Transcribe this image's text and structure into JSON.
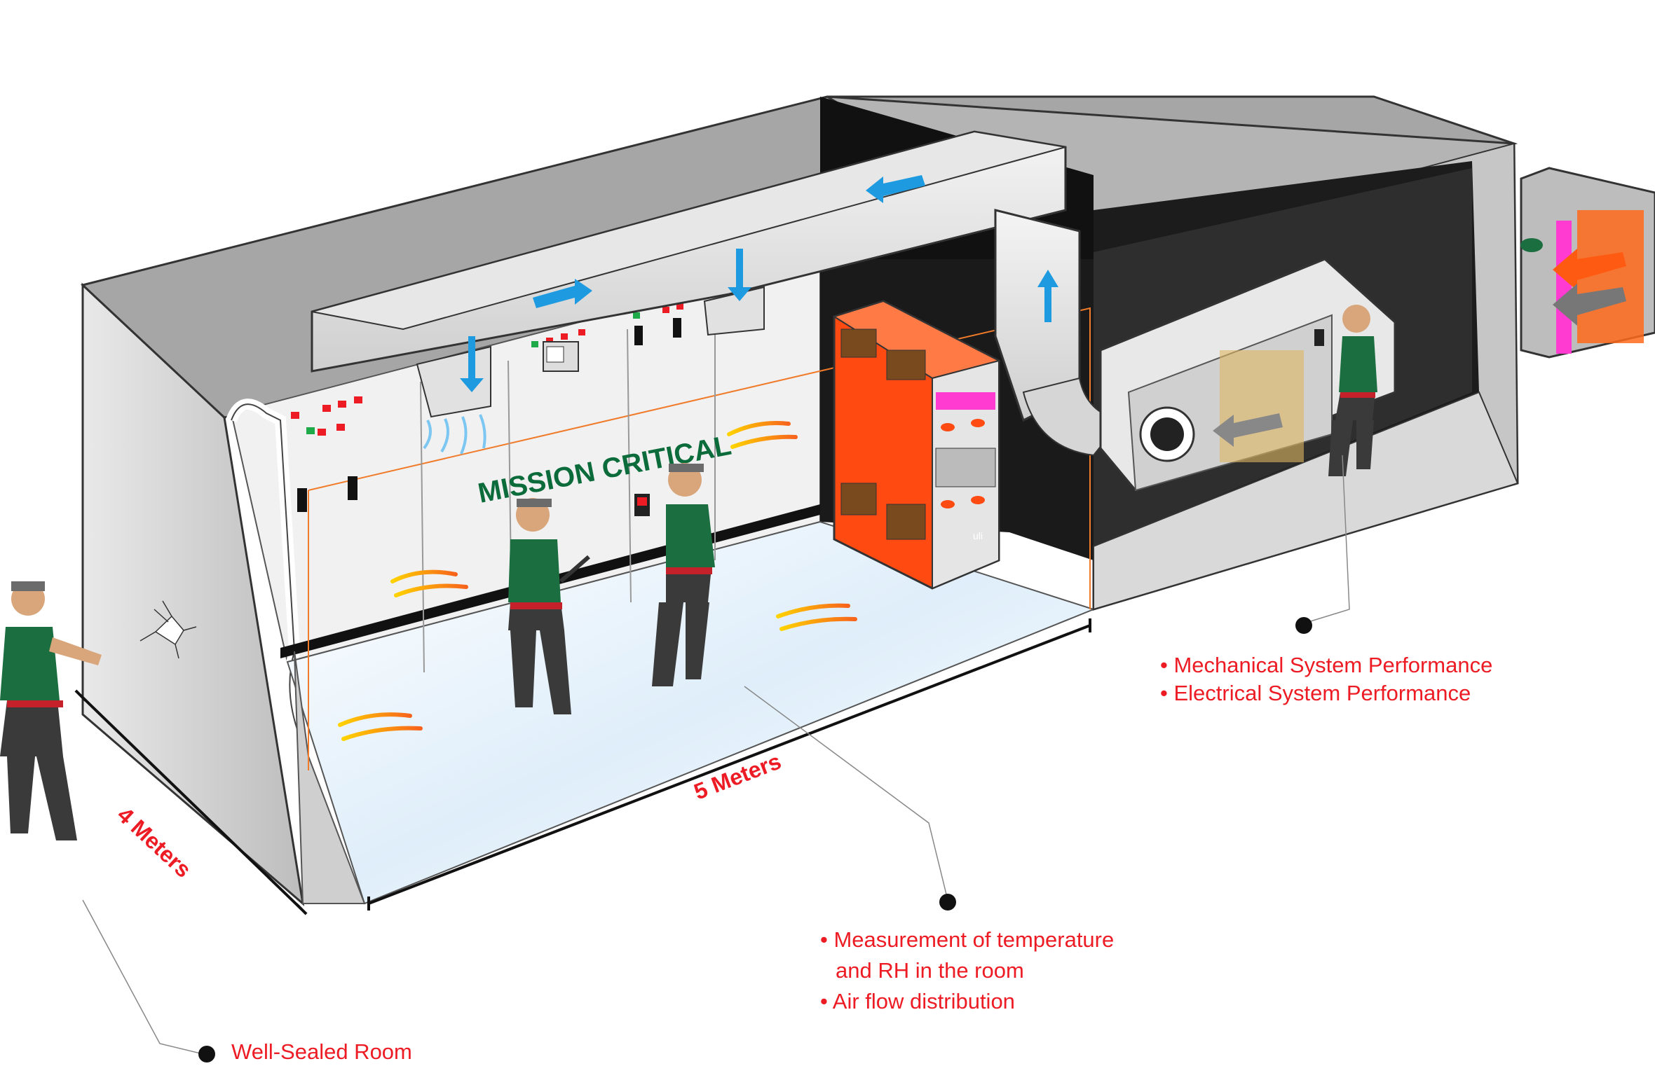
{
  "scene": {
    "room_banner": "MISSION CRITICAL",
    "logo_text": "uli",
    "dimension_width": "4 Meters",
    "dimension_length": "5 Meters"
  },
  "callouts": {
    "mechanical": {
      "bullet": "•",
      "lines": [
        "Mechanical System Performance",
        "Electrical System Performance"
      ]
    },
    "measurement": {
      "bullet": "•",
      "lines": [
        "Measurement of temperature",
        "and RH in the room",
        "Air flow distribution"
      ]
    },
    "sealed": {
      "lines": [
        "Well-Sealed Room"
      ]
    }
  },
  "colors": {
    "callout_text": "#ed1c24",
    "banner_text": "#0b6b3a",
    "airflow_arrow": "#1e9be0",
    "cabinet_orange": "#ff4a12",
    "uniform_green": "#1b6e3f"
  }
}
